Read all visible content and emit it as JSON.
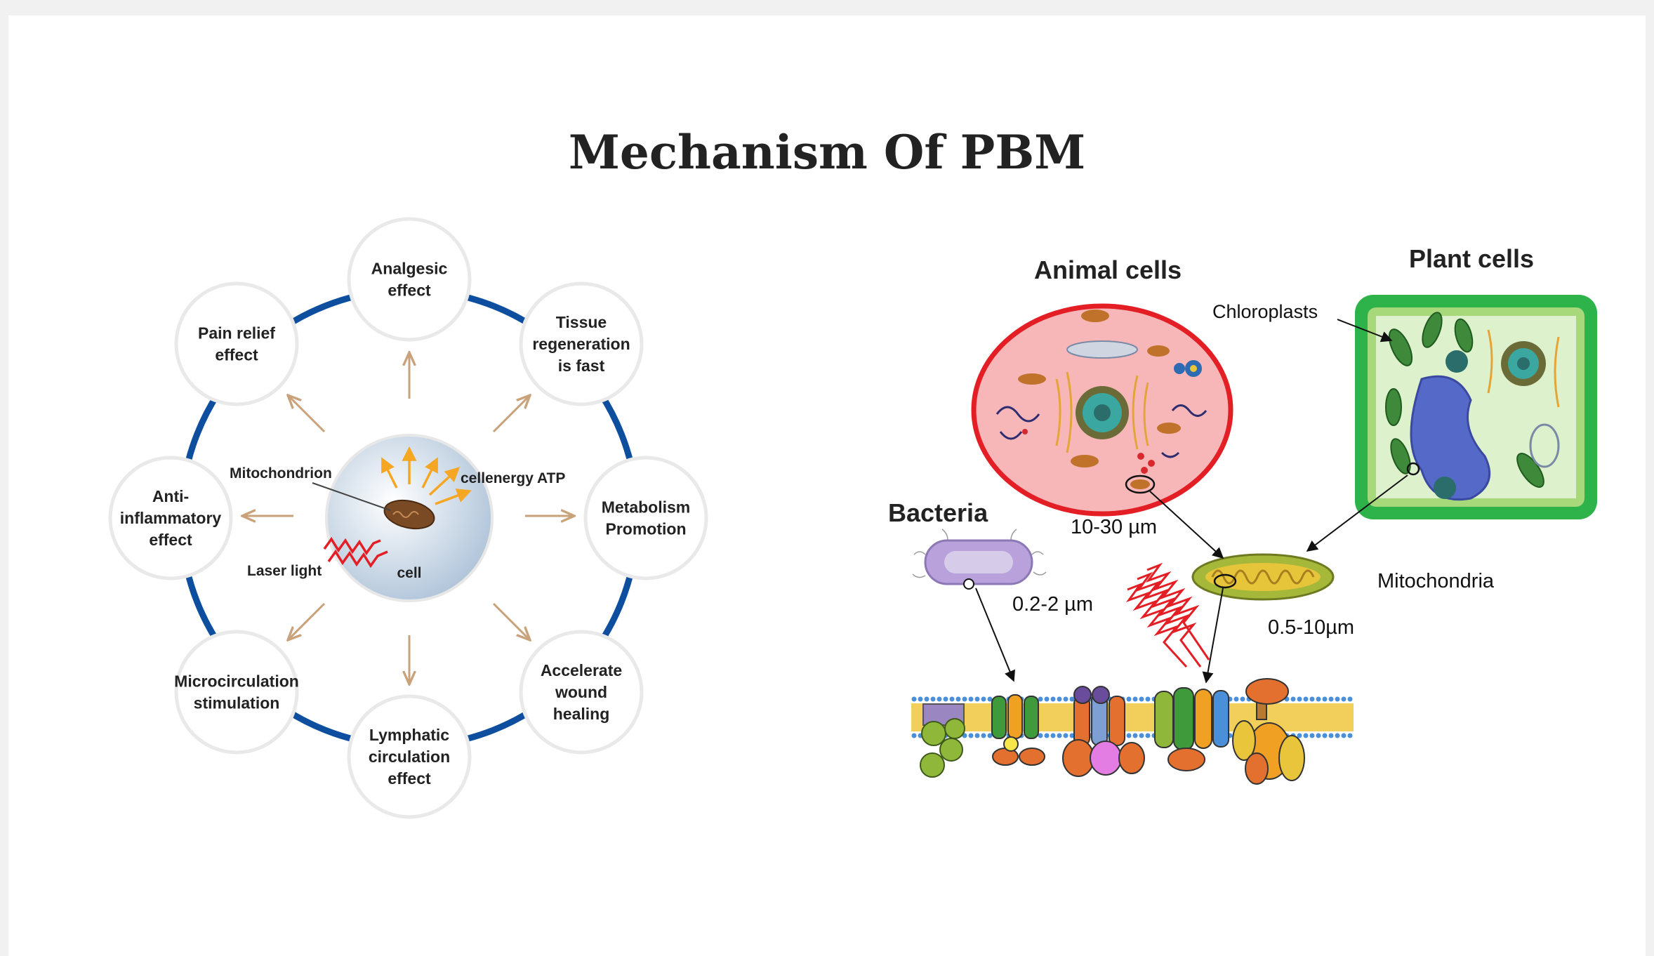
{
  "title": "Mechanism Of PBM",
  "left_diagram": {
    "effects": [
      {
        "lines": [
          "Analgesic",
          "effect"
        ]
      },
      {
        "lines": [
          "Tissue",
          "regeneration",
          "is fast"
        ]
      },
      {
        "lines": [
          "Metabolism",
          "Promotion"
        ]
      },
      {
        "lines": [
          "Accelerate",
          "wound",
          "healing"
        ]
      },
      {
        "lines": [
          "Lymphatic",
          "circulation",
          "effect"
        ]
      },
      {
        "lines": [
          "Microcirculation",
          "stimulation"
        ]
      },
      {
        "lines": [
          "Anti-",
          "inflammatory",
          "effect"
        ]
      },
      {
        "lines": [
          "Pain relief",
          "effect"
        ]
      }
    ],
    "center": {
      "mitochondrion": "Mitochondrion",
      "energy": "cellenergy ATP",
      "laser": "Laser light",
      "cell": "cell"
    },
    "colors": {
      "ring": "#0d4f9e",
      "arrow": "#c9a27a",
      "ray": "#f5a623",
      "laser": "#e31e24"
    }
  },
  "right_diagram": {
    "animal_title": "Animal cells",
    "plant_title": "Plant cells",
    "chloroplasts": "Chloroplasts",
    "bacteria": "Bacteria",
    "animal_size": "10-30 µm",
    "bacteria_size": "0.2-2 µm",
    "mitochondria": "Mitochondria",
    "mito_size": "0.5-10µm"
  }
}
